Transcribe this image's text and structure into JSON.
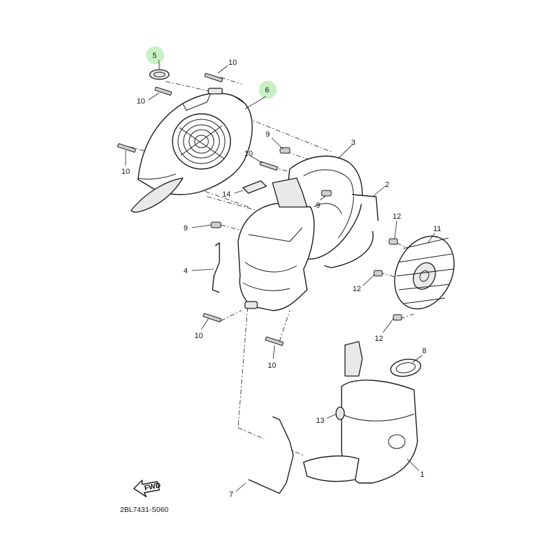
{
  "diagram": {
    "code": "2BL7431-S060",
    "fwd_label": "FWD",
    "highlight_color": "#bdeebb",
    "callouts": {
      "c1": "1",
      "c2": "2",
      "c3": "3",
      "c4": "4",
      "c5": "5",
      "c6": "6",
      "c7": "7",
      "c8": "8",
      "c9a": "9",
      "c9b": "9",
      "c9c": "9",
      "c10a": "10",
      "c10b": "10",
      "c10c": "10",
      "c10d": "10",
      "c10e": "10",
      "c10f": "10",
      "c11": "11",
      "c12a": "12",
      "c12b": "12",
      "c12c": "12",
      "c13": "13",
      "c14": "14"
    }
  }
}
